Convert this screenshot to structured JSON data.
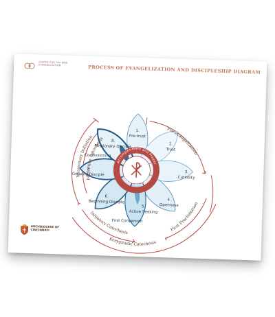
{
  "header": {
    "org_name": "CENTER FOR THE NEW EVANGELIZATION",
    "title": "PROCESS OF EVANGELIZATION AND DISCIPLESHIP DIAGRAM"
  },
  "stages": [
    {
      "number": "1.",
      "label": "Pre-trust"
    },
    {
      "number": "2.",
      "label": "Trust"
    },
    {
      "number": "3.",
      "label": "Curiosity"
    },
    {
      "number": "4.",
      "label": "Openness"
    },
    {
      "number": "5.",
      "label": "Active Seeking"
    },
    {
      "number": "6.",
      "label": "Beginning Disciple"
    },
    {
      "number": "7.",
      "label": "Growing Disciple"
    },
    {
      "number": "8.",
      "label": "Missionary Disciple"
    }
  ],
  "thresholds": {
    "first_conversion": "First Conversion",
    "co_missioning": "Co-Missioning"
  },
  "center_ring": {
    "upper": "Accompaniment and Prayer",
    "lower": "Through All Stages"
  },
  "arcs": {
    "pre_evangelization": "Pre-evangelization",
    "missionary_initiation": "Missionary Initiation",
    "perfective_catechesis": "Perfective Catechesis",
    "initiatory_catechesis": "Initiatory Catechesis",
    "first_proclamation": "First Proclamation",
    "kerygmatic_catechesis": "Kerygmatic Catechesis"
  },
  "footer": {
    "org_name": "ARCHDIOCESE OF CINCINNATI"
  },
  "colors": {
    "petal_light": "#c9e3f1",
    "petal_dark": "#2f6e9f",
    "petal_stroke": "#2b5f8c",
    "ring": "#b54a45",
    "arc": "#b54a45",
    "title": "#c07a55"
  }
}
